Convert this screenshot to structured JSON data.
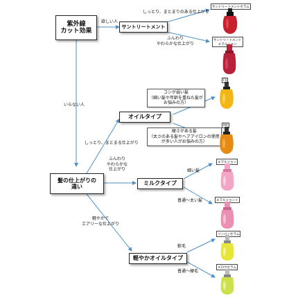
{
  "nodes": {
    "uv": "紫外線\nカット効果",
    "sun": "サントリートメント",
    "finish": "髪の仕上がりの\n違い",
    "oil": "オイルタイプ",
    "milk": "ミルクタイプ",
    "light_oil": "軽やかオイルタイプ"
  },
  "edges": {
    "want": "欲しい人",
    "no_need": "いらない人",
    "sun_moist": "しっとり、まとまりのある仕上がり",
    "sun_soft": "ふんわり\nやわらかな仕上がり",
    "moist_finish": "しっとり、まとまる仕上がり",
    "soft_finish": "ふんわり\nやわらかな\n仕上がり",
    "light_finish": "軽やかで\nエアリーな仕上がり",
    "oil_firm": "コシが弱い髪\n（細い髪や年齢を重ねた髪が\nお悩みの方）",
    "oil_thick": "硬さがある髪\n（太さのある髪やヘアアイロンの使用\nが多い人がお悩みの方）",
    "milk_fine": "細い髪",
    "milk_normal": "普通〜太い髪",
    "light_soft": "軟毛",
    "light_normal": "普通〜硬毛"
  },
  "products": {
    "sun_serum": "サントリートメントセラム",
    "sun_emulsion": "サントリートメント\nエマルジョン",
    "f0": "F0",
    "m0": "M0",
    "emulsion": "エマルジョン",
    "emulsion_plus": "エマルジョン＋",
    "lifter_serum": "リンバーセラム",
    "melo_serum": "メロウセラム"
  },
  "colors": {
    "line": "#4a8fc7",
    "sun_serum": "#c8202c",
    "sun_emulsion": "#b8213a",
    "f0": "#f3b615",
    "m0": "#e58a12",
    "emulsion": "#f2a5c4",
    "emulsion_plus": "#ec8fb5",
    "lifter_serum": "#e6e63a",
    "melo_serum": "#cbe04a"
  }
}
